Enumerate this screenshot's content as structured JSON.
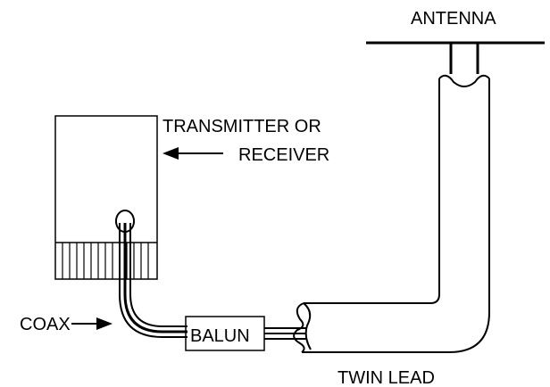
{
  "labels": {
    "antenna": "ANTENNA",
    "transmitter_line1": "TRANSMITTER OR",
    "transmitter_line2": "RECEIVER",
    "coax": "COAX",
    "balun": "BALUN",
    "twin_lead": "TWIN LEAD"
  },
  "colors": {
    "ink": "#000000",
    "background": "#ffffff"
  },
  "icons": {
    "arrow": "arrow-icon"
  }
}
